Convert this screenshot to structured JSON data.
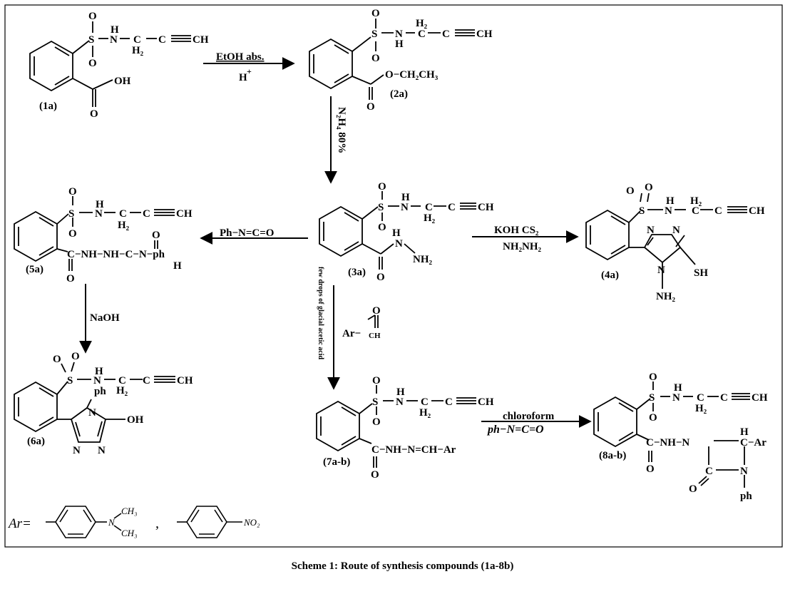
{
  "figure": {
    "caption": "Scheme 1: Route of synthesis compounds (1a-8b)",
    "labels": {
      "c1a": "(1a)",
      "c2a": "(2a)",
      "c3a": "(3a)",
      "c4a": "(4a)",
      "c5a": "(5a)",
      "c6a": "(6a)",
      "c7": "(7a-b)",
      "c8": "(8a-b)"
    },
    "reagents": {
      "step1_top": "EtOH abs.",
      "step1_bottom": "H",
      "step1_sup": "+",
      "step2": "N₂H₄ 80%",
      "step3": "Ph−N=C=O",
      "step4_top": "KOH   CS₂",
      "step4_bottom": "NH₂NH₂",
      "step5": "NaOH",
      "step6": "few drops of glacial acetic acid",
      "step6_aldehyde_ar": "Ar−",
      "step6_aldehyde_ch": "CH",
      "step6_aldehyde_o": "O",
      "step7_top": "chloroform",
      "step7_bottom": "ph−N=C=O"
    },
    "atoms": {
      "S": "S",
      "O": "O",
      "N": "N",
      "H": "H",
      "C": "C",
      "H2": "H₂",
      "CH": "CH",
      "CtripleCH": "C≡CH",
      "OH": "OH",
      "SH": "SH",
      "NH2": "NH₂",
      "OEt": "O−CH₂CH₃",
      "ph": "ph",
      "hydrazide_chain": "C−NH−NH−C−N−ph",
      "imine_chain": "C−NH−N=CH−Ar",
      "amide_chain": "C−NH−N",
      "azetidine_ch_ar": "C−Ar",
      "azetidine_co": "C",
      "azetidine_n": "N"
    },
    "ar_definition": {
      "label": "Ar=",
      "sub1_ch3a": "CH₃",
      "sub1_ch3b": "CH₃",
      "sub1_n": "N",
      "sep": ",",
      "sub2": "NO₂"
    }
  }
}
